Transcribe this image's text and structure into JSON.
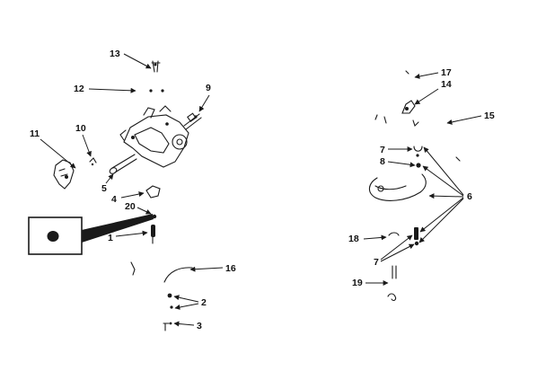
{
  "diagram": {
    "type": "exploded-parts-diagram",
    "callouts_left": [
      "13",
      "12",
      "9",
      "11",
      "10",
      "5",
      "4",
      "20",
      "1",
      "16",
      "2",
      "3"
    ],
    "callouts_right": [
      "17",
      "14",
      "15",
      "7",
      "8",
      "6",
      "18",
      "7",
      "19"
    ]
  },
  "colors": {
    "ink": "#1a1a1a",
    "background": "#ffffff"
  }
}
